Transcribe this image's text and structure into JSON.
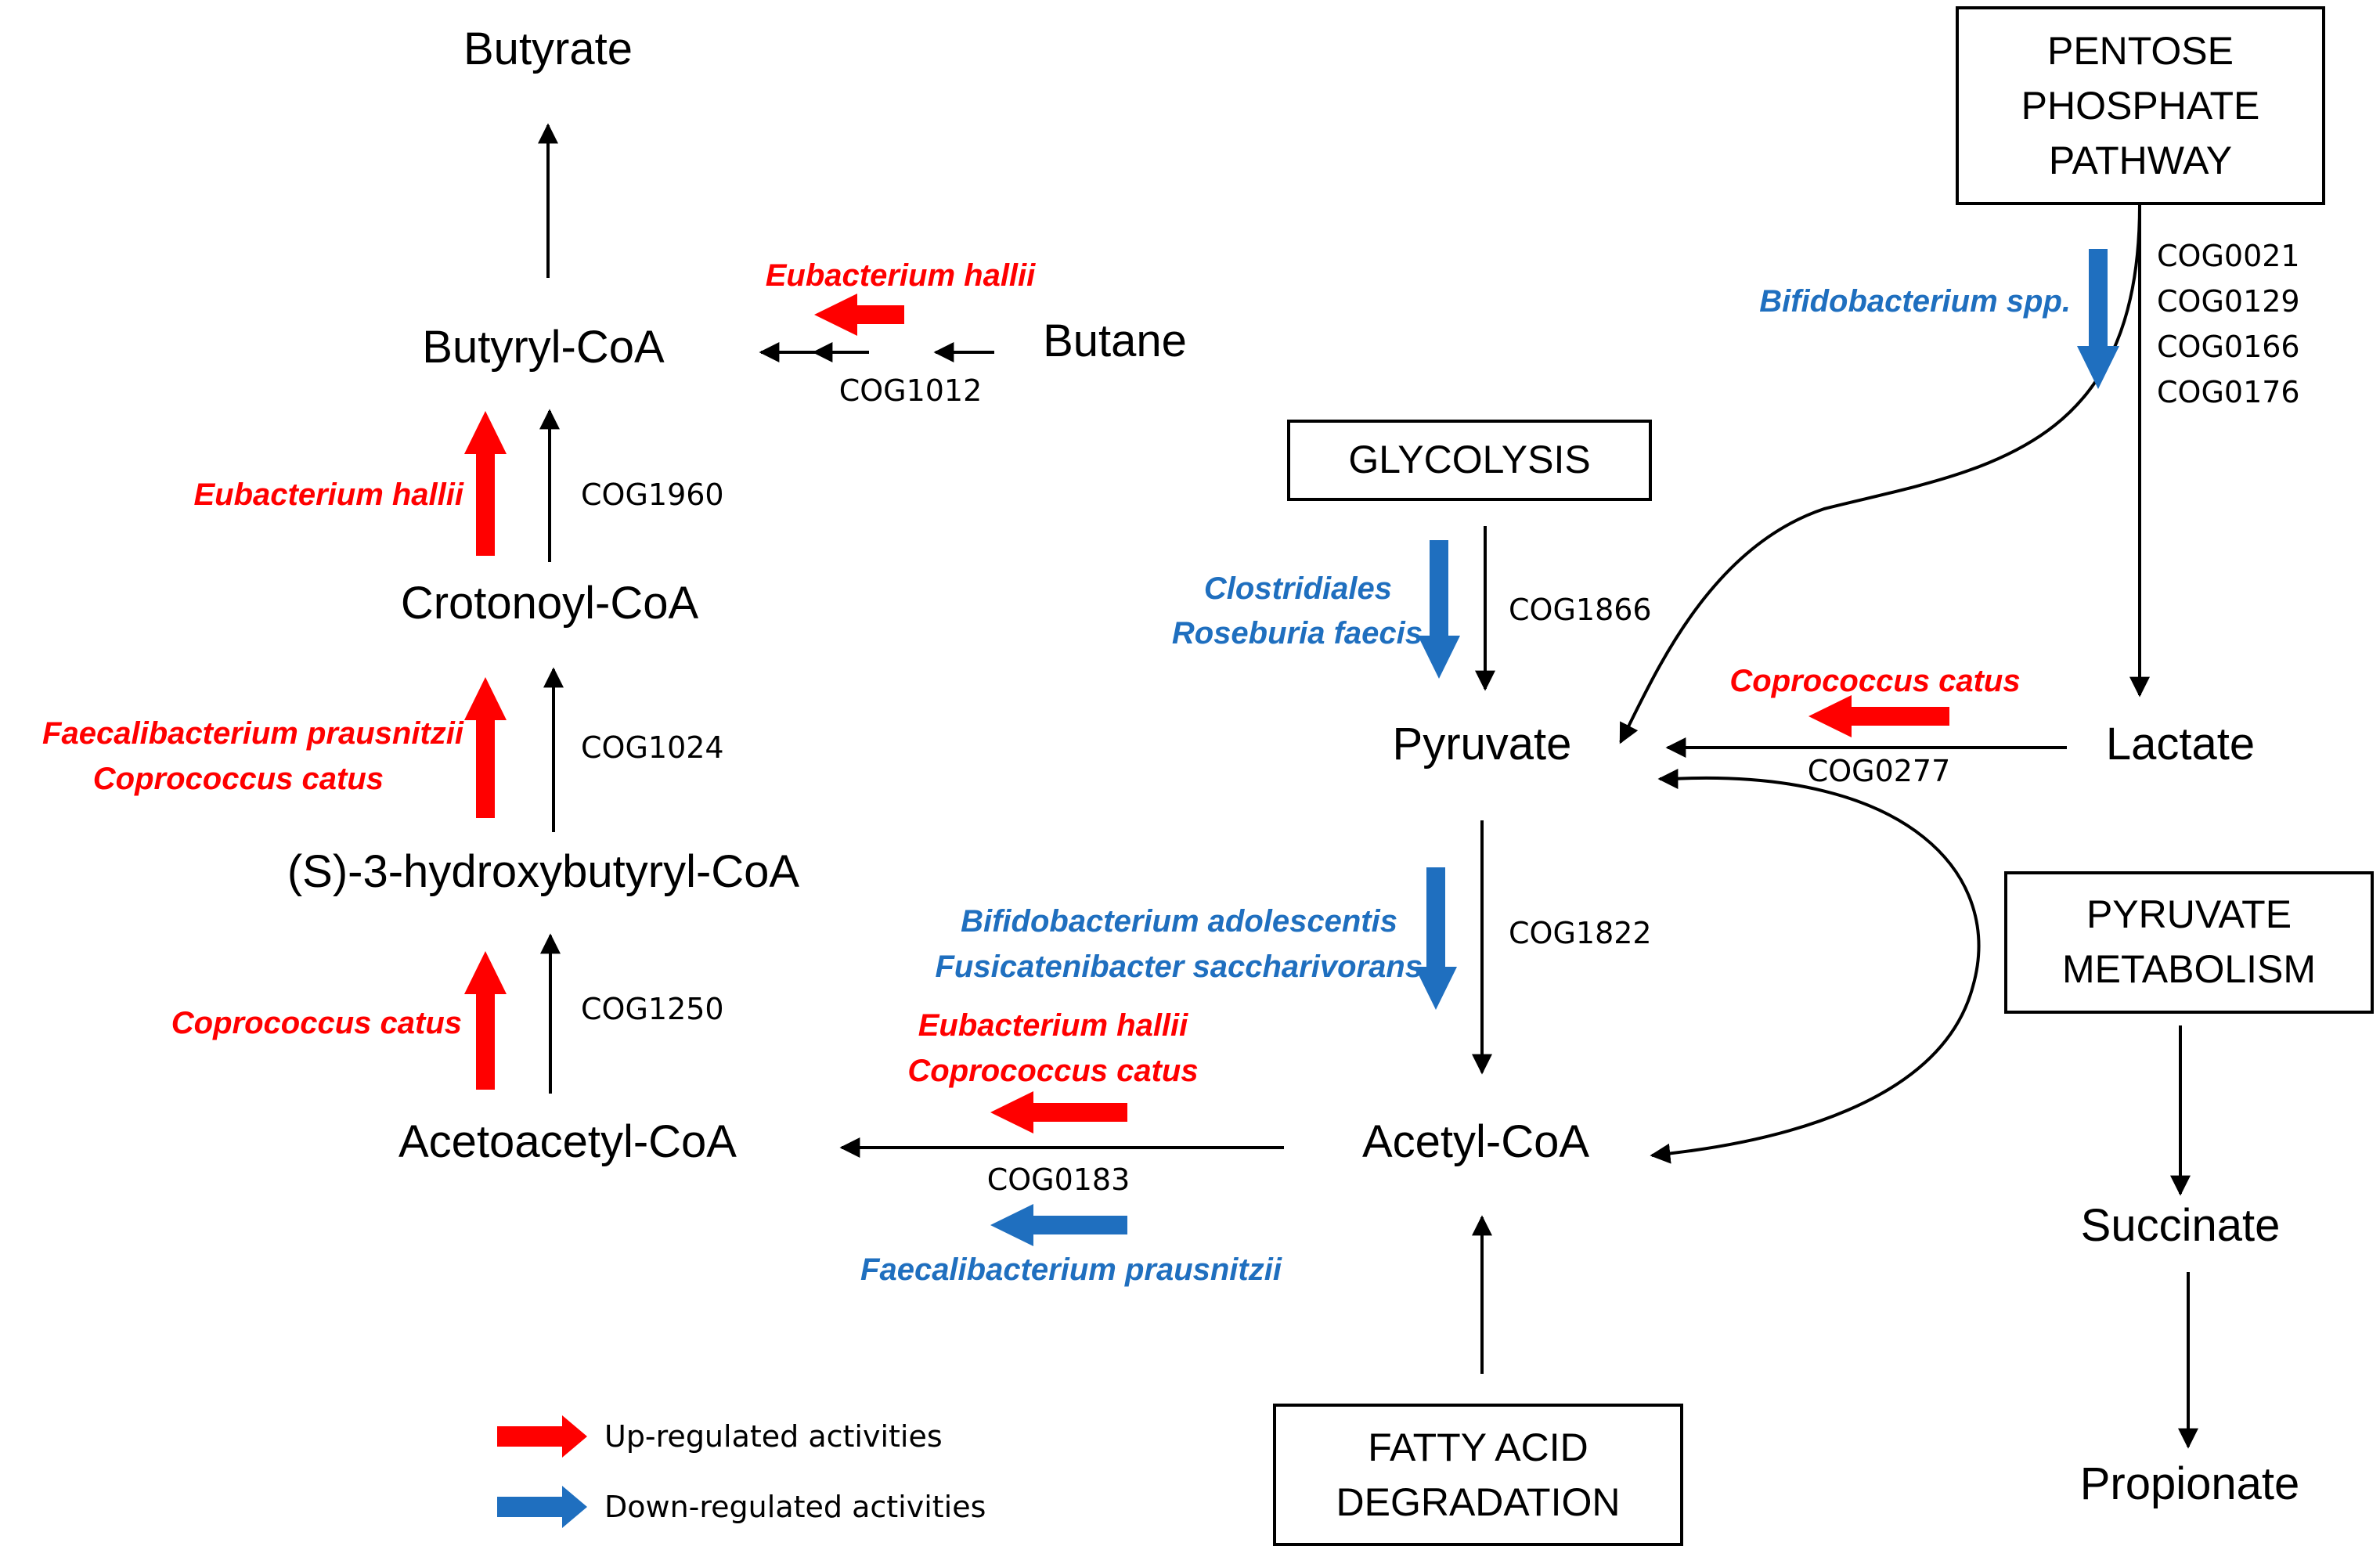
{
  "colors": {
    "up": "#ff0000",
    "down": "#1f6fbf",
    "line": "#000000"
  },
  "nodes": {
    "butyrate": "Butyrate",
    "butyryl_coa": "Butyryl-CoA",
    "butane": "Butane",
    "crotonoyl_coa": "Crotonoyl-CoA",
    "hydroxybutyryl_coa": "(S)-3-hydroxybutyryl-CoA",
    "acetoacetyl_coa": "Acetoacetyl-CoA",
    "acetyl_coa": "Acetyl-CoA",
    "pyruvate": "Pyruvate",
    "lactate": "Lactate",
    "succinate": "Succinate",
    "propionate": "Propionate"
  },
  "boxes": {
    "pentose": [
      "PENTOSE",
      "PHOSPHATE",
      "PATHWAY"
    ],
    "glycolysis": [
      "GLYCOLYSIS"
    ],
    "pyruvate_metabolism": [
      "PYRUVATE",
      "METABOLISM"
    ],
    "fatty_acid": [
      "FATTY ACID",
      "DEGRADATION"
    ]
  },
  "cogs": {
    "butane_to_butyryl": "COG1012",
    "crotonoyl_to_butyryl": "COG1960",
    "hydroxy_to_crotonoyl": "COG1024",
    "acetoacetyl_to_hydroxy": "COG1250",
    "acetyl_to_acetoacetyl": "COG0183",
    "glycolysis_to_pyruvate": "COG1866",
    "pyruvate_to_acetyl": "COG1822",
    "lactate_to_pyruvate": "COG0277",
    "pentose": [
      "COG0021",
      "COG0129",
      "COG0166",
      "COG0176"
    ]
  },
  "taxa": {
    "butane_up": "Eubacterium hallii",
    "crotonoyl_up": "Eubacterium hallii",
    "hydroxy_up": [
      "Faecalibacterium prausnitzii",
      "Coprococcus catus"
    ],
    "acetoacetyl_up": "Coprococcus catus",
    "acetyl_acetoacetyl_up": [
      "Eubacterium hallii",
      "Coprococcus catus"
    ],
    "acetyl_acetoacetyl_down": "Faecalibacterium prausnitzii",
    "pentose_down": "Bifidobacterium spp.",
    "glycolysis_down": [
      "Clostridiales",
      "Roseburia faecis"
    ],
    "pyruvate_acetyl_down": [
      "Bifidobacterium adolescentis",
      "Fusicatenibacter saccharivorans"
    ],
    "lactate_up": "Coprococcus catus"
  },
  "legend": {
    "up": "Up-regulated activities",
    "down": "Down-regulated activities"
  }
}
